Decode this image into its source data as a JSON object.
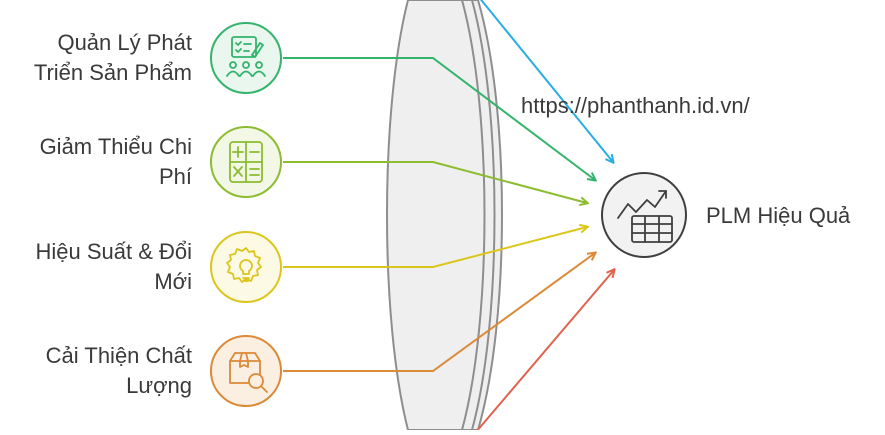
{
  "watermark": "https://phanthanh.id.vn/",
  "result": {
    "label": "PLM Hiệu Quả",
    "icon": "chart-table-icon",
    "color": "#3f3f3f"
  },
  "items": [
    {
      "lines": [
        "Quản Lý Phát",
        "Triển Sản Phẩm"
      ],
      "icon": "checklist-team-icon",
      "color": "#34b36b",
      "fill": "#e9f7ef"
    },
    {
      "lines": [
        "Giảm Thiểu Chi",
        "Phí"
      ],
      "icon": "calculator-icon",
      "color": "#8cbc2f",
      "fill": "#f3f8e6"
    },
    {
      "lines": [
        "Hiệu Suất & Đổi",
        "Mới"
      ],
      "icon": "gear-bulb-icon",
      "color": "#dcc61c",
      "fill": "#fcf9e4"
    },
    {
      "lines": [
        "Cải Thiện Chất",
        "Lượng"
      ],
      "icon": "box-search-icon",
      "color": "#db8a37",
      "fill": "#fbefe2"
    }
  ],
  "extra_arrows": [
    {
      "icon": "arrow-icon",
      "color": "#2aaee2"
    },
    {
      "icon": "arrow-icon",
      "color": "#e0624e"
    }
  ]
}
